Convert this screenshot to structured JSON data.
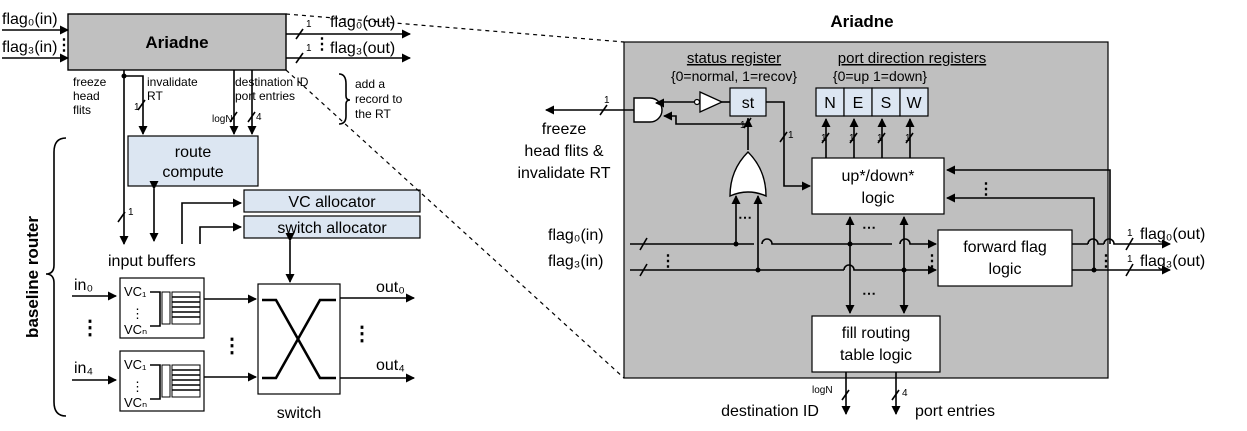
{
  "left": {
    "title": "Ariadne",
    "flag0_in": "flag₀(in)",
    "flag3_in": "flag₃(in)",
    "flag0_out": "flag₀(out)",
    "flag3_out": "flag₃(out)",
    "freeze": [
      "freeze",
      "head",
      "flits"
    ],
    "invalidate": [
      "invalidate",
      "RT"
    ],
    "dest_port": [
      "destination ID",
      "port entries"
    ],
    "add_record": [
      "add a",
      "record to",
      "the RT"
    ],
    "width_1": "1",
    "width_logN": "logN",
    "width_4": "4",
    "route_compute": [
      "route",
      "compute"
    ],
    "vc_allocator": "VC allocator",
    "switch_allocator": "switch allocator",
    "input_buffers": "input buffers",
    "in0": "in₀",
    "in4": "in₄",
    "out0": "out₀",
    "out4": "out₄",
    "vc1": "VC₁",
    "vcn": "VCₙ",
    "switch": "switch",
    "baseline_router": "baseline router"
  },
  "right": {
    "title": "Ariadne",
    "status_register": "status register",
    "status_values": "{0=normal, 1=recov}",
    "st": "st",
    "port_direction_registers": "port direction registers",
    "port_values": "{0=up  1=down}",
    "ports": [
      "N",
      "E",
      "S",
      "W"
    ],
    "updown_logic": [
      "up*/down*",
      "logic"
    ],
    "forward_flag_logic": [
      "forward flag",
      "logic"
    ],
    "fill_routing": [
      "fill routing",
      "table logic"
    ],
    "freeze_out": [
      "freeze",
      "head flits &",
      "invalidate RT"
    ],
    "flag0_in": "flag₀(in)",
    "flag3_in": "flag₃(in)",
    "flag0_out": "flag₀(out)",
    "flag3_out": "flag₃(out)",
    "destination_id": "destination ID",
    "port_entries": "port entries",
    "width_1": "1",
    "width_logN": "logN",
    "width_4": "4"
  },
  "colors": {
    "box_fill": "#c0c0c0",
    "panel_fill": "#bfbfbf",
    "light_fill": "#dce6f2",
    "line": "#000000"
  }
}
